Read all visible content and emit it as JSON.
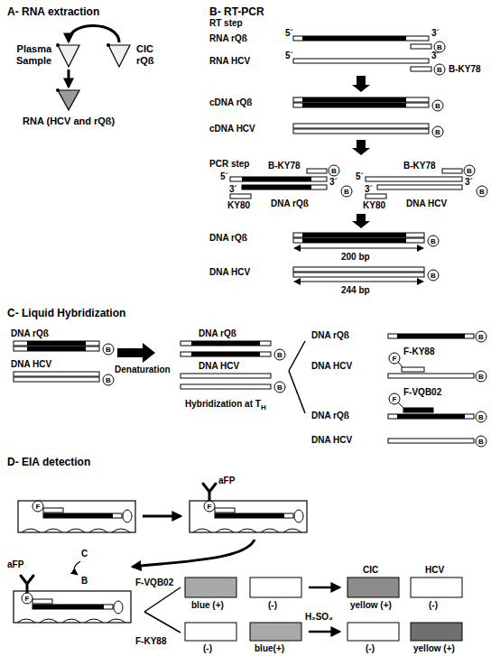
{
  "diagram": {
    "nodes": [
      {
        "text": [
          "Plasma Sample"
        ]
      },
      {
        "text": [
          "CIC rQß"
        ]
      },
      {
        "text": [
          "RNA (HCV and rQß)"
        ]
      }
    ],
    "edges": [
      {
        "from": 1,
        "to": 0,
        "arrow": "to"
      },
      {
        "from": 0,
        "to": 2,
        "arrow": "to"
      }
    ],
    "labels": [
      "A- RNA extraction",
      "B- RT-PCR",
      "RT step",
      "RNA rQß",
      "5´",
      "3´",
      "B",
      "RNA HCV",
      "5´",
      "3´",
      "B",
      "B-KY78",
      "cDNA rQß",
      "B",
      "cDNA HCV",
      "B",
      "PCR step",
      "B-KY78",
      "B",
      "5´",
      "3´",
      "3´",
      "B",
      "KY80",
      "DNA rQß",
      "B-KY78",
      "B",
      "5´",
      "3´",
      "3´",
      "B",
      "KY80",
      "DNA HCV",
      "DNA rQß",
      "B",
      "200 bp",
      "DNA HCV",
      "B",
      "244 bp",
      "C- Liquid Hybridization",
      "DNA rQß",
      "B",
      "DNA HCV",
      "B",
      "Denaturation",
      "DNA rQß",
      "B",
      "DNA HCV",
      "B",
      "Hybridization at T",
      "H",
      "DNA rQß",
      "B",
      "F",
      "F-KY88",
      "DNA HCV",
      "B",
      "F",
      "F-VQB02",
      "DNA rQß",
      "B",
      "DNA HCV",
      "B",
      "D- EIA detection",
      "F",
      "aFP",
      "F",
      "aFP",
      "C",
      "B",
      "F",
      "F-VQB02",
      "F-KY88",
      "CIC",
      "HCV",
      "blue (+)",
      "(-)",
      "yellow (+)",
      "(-)",
      "H₂SO₄",
      "(-)",
      "blue(+)",
      "(-)",
      "yellow (+)"
    ]
  }
}
